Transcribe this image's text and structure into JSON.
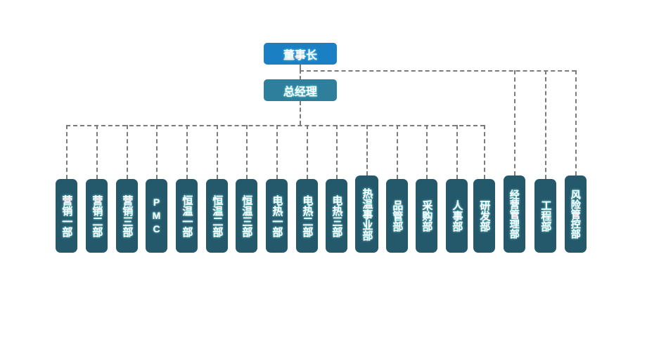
{
  "chart_data": {
    "type": "diagram",
    "diagram_type": "organization-chart",
    "title": "",
    "orientation": "top-down",
    "line_style": "dashed",
    "colors": {
      "level1_box": "#1b7fc4",
      "level2_box": "#2d7f9b",
      "department_box": "#24596b",
      "connector": "#7b7b7b",
      "text": "#ffffff",
      "text_glow": "#78e1eb",
      "background": "#ffffff"
    },
    "nodes": [
      {
        "id": "chairman",
        "label": "董事长",
        "level": 1
      },
      {
        "id": "general-manager",
        "label": "总经理",
        "level": 2
      },
      {
        "id": "marketing-1",
        "label": "营销一部",
        "level": 3,
        "parent": "general-manager"
      },
      {
        "id": "marketing-2",
        "label": "营销二部",
        "level": 3,
        "parent": "general-manager"
      },
      {
        "id": "marketing-3",
        "label": "营销三部",
        "level": 3,
        "parent": "general-manager"
      },
      {
        "id": "pmc",
        "label": "PMC",
        "level": 3,
        "parent": "general-manager"
      },
      {
        "id": "thermostat-1",
        "label": "恒温一部",
        "level": 3,
        "parent": "general-manager"
      },
      {
        "id": "thermostat-2",
        "label": "恒温二部",
        "level": 3,
        "parent": "general-manager"
      },
      {
        "id": "thermostat-3",
        "label": "恒温三部",
        "level": 3,
        "parent": "general-manager"
      },
      {
        "id": "electric-heat-1",
        "label": "电热一部",
        "level": 3,
        "parent": "general-manager"
      },
      {
        "id": "electric-heat-2",
        "label": "电热二部",
        "level": 3,
        "parent": "general-manager"
      },
      {
        "id": "electric-heat-3",
        "label": "电热三部",
        "level": 3,
        "parent": "general-manager"
      },
      {
        "id": "thermal-division",
        "label": "热温事业部",
        "level": 3,
        "parent": "general-manager"
      },
      {
        "id": "quality-control",
        "label": "品管部",
        "level": 3,
        "parent": "general-manager"
      },
      {
        "id": "purchasing",
        "label": "采购部",
        "level": 3,
        "parent": "general-manager"
      },
      {
        "id": "human-resources",
        "label": "人事部",
        "level": 3,
        "parent": "general-manager"
      },
      {
        "id": "research-development",
        "label": "研发部",
        "level": 3,
        "parent": "general-manager"
      },
      {
        "id": "business-management",
        "label": "经营管理部",
        "level": 3,
        "parent": "chairman"
      },
      {
        "id": "engineering",
        "label": "工程部",
        "level": 3,
        "parent": "chairman"
      },
      {
        "id": "risk-control",
        "label": "风险管控部",
        "level": 3,
        "parent": "chairman"
      }
    ]
  },
  "top": {
    "chairman": "董事长",
    "general_manager": "总经理"
  },
  "departments": [
    {
      "label": "营销一部"
    },
    {
      "label": "营销二部"
    },
    {
      "label": "营销三部"
    },
    {
      "label": "PMC"
    },
    {
      "label": "恒温一部"
    },
    {
      "label": "恒温二部"
    },
    {
      "label": "恒温三部"
    },
    {
      "label": "电热一部"
    },
    {
      "label": "电热二部"
    },
    {
      "label": "电热三部"
    },
    {
      "label": "热温事业部"
    },
    {
      "label": "品管部"
    },
    {
      "label": "采购部"
    },
    {
      "label": "人事部"
    },
    {
      "label": "研发部"
    }
  ],
  "chairman_departments": [
    {
      "label": "经营管理部"
    },
    {
      "label": "工程部"
    },
    {
      "label": "风险管控部"
    }
  ]
}
